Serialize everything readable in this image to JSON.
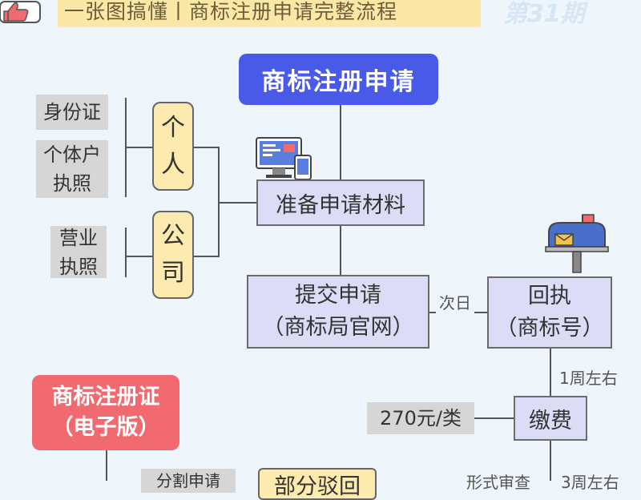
{
  "header": {
    "title": "一张图搞懂丨商标注册申请完整流程",
    "issue": "第31期"
  },
  "icons": {
    "thumb": "thumbs-up-icon",
    "computer": "computer-icon",
    "mailbox": "mailbox-icon"
  },
  "colors": {
    "title_box": "#4a5ae8",
    "certificate_box": "#f06a6f",
    "process_box": "#dcdcf7",
    "applicant_box": "#fdeaae",
    "material_box": "#d6d6d6",
    "header_band": "#fbe7a6"
  },
  "nodes": {
    "title": "商标注册申请",
    "prepare": "准备申请材料",
    "submit": "提交申请\n（商标局官网）",
    "receipt": "回执\n（商标号）",
    "fee": "缴费",
    "certificate": "商标注册证\n（电子版）",
    "bottom_partial": "部分驳回"
  },
  "applicants": {
    "person": "个\n人",
    "company": "公\n司"
  },
  "materials": {
    "id_card": "身份证",
    "individual_license": "个体户\n执照",
    "business_license": "营业\n执照",
    "price": "270元/类",
    "sub_apply": "分割申请"
  },
  "edge_labels": {
    "next_day": "次日",
    "one_week": "1周左右",
    "formal_review": "形式审查",
    "three_weeks": "3周左右"
  }
}
